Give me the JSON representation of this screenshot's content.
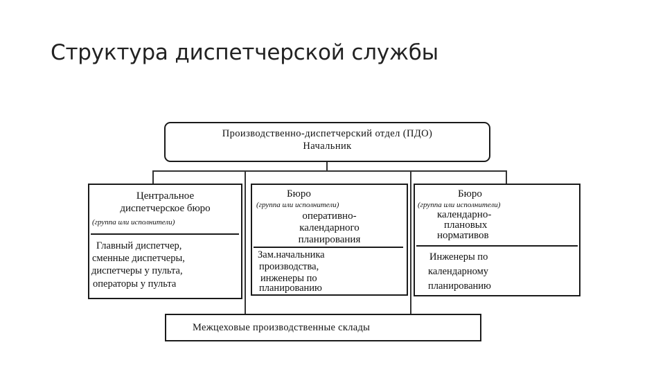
{
  "slide": {
    "title": "Структура диспетчерской службы"
  },
  "diagram": {
    "top_box": {
      "line1": "Производственно-диспетчерский отдел (ПДО)",
      "line2": "Начальник"
    },
    "left_box": {
      "heading_line1": "Центральное",
      "heading_line2": "диспетчерское бюро",
      "note": "(группа или исполнители)",
      "staff": [
        "Главный диспетчер,",
        "сменные диспетчеры,",
        "диспетчеры у пульта,",
        "операторы у пульта"
      ]
    },
    "middle_box": {
      "heading": "Бюро",
      "note": "(группа или исполнители)",
      "heading_lines": [
        "оперативно-",
        "календарного",
        "планирования"
      ],
      "staff": [
        "Зам.начальника",
        "производства,",
        "инженеры по",
        "планированию"
      ]
    },
    "right_box": {
      "heading": "Бюро",
      "note": "(группа или исполнители)",
      "heading_lines": [
        "календарно-",
        "плановых",
        "нормативов"
      ],
      "staff": [
        "Инженеры по",
        "календарному",
        "планированию"
      ]
    },
    "bottom_box": {
      "text": "Межцеховые производственные склады"
    }
  }
}
